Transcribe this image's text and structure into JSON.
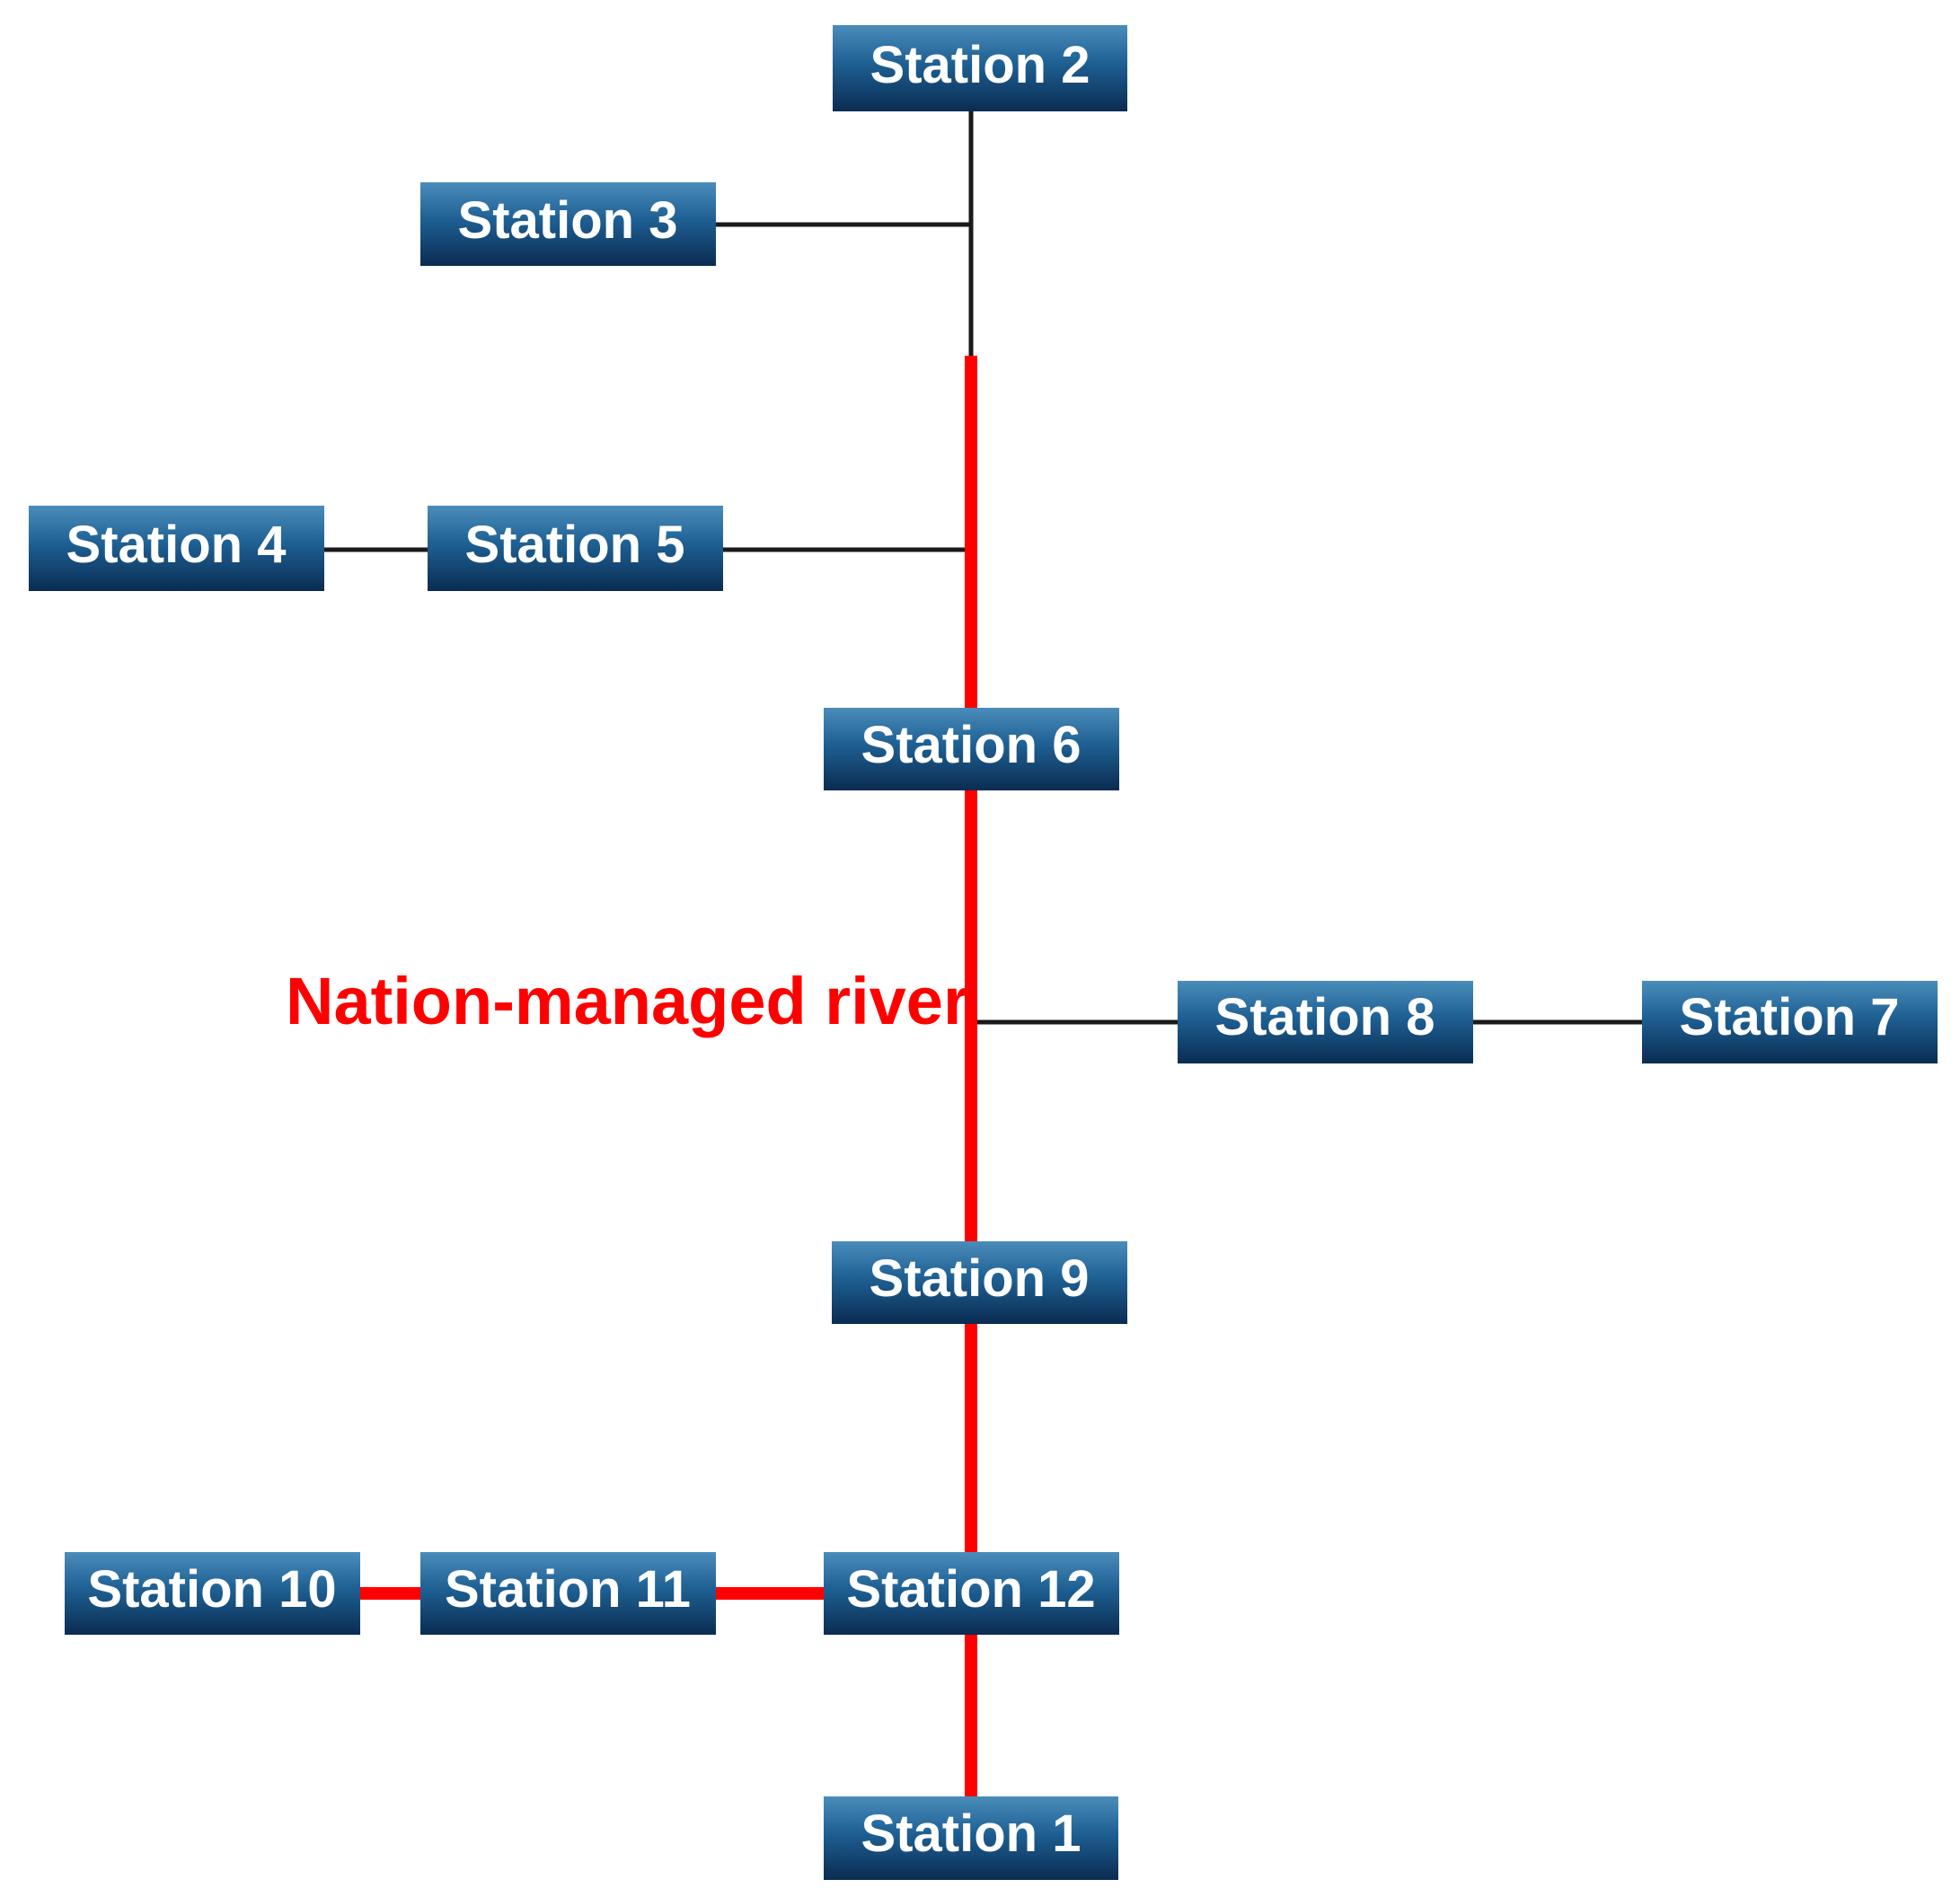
{
  "diagram": {
    "annotation": "Nation-managed river",
    "colors": {
      "river": "#ff0000",
      "tributary": "#1a1a1a",
      "box_top": "#3f7fae",
      "box_bottom": "#0b3058",
      "label_text": "#ffffff",
      "annotation_text": "#ff0000"
    },
    "stations": [
      {
        "id": "s2",
        "label": "Station 2"
      },
      {
        "id": "s3",
        "label": "Station 3"
      },
      {
        "id": "s4",
        "label": "Station 4"
      },
      {
        "id": "s5",
        "label": "Station 5"
      },
      {
        "id": "s6",
        "label": "Station 6"
      },
      {
        "id": "s8",
        "label": "Station 8"
      },
      {
        "id": "s7",
        "label": "Station 7"
      },
      {
        "id": "s9",
        "label": "Station 9"
      },
      {
        "id": "s10",
        "label": "Station 10"
      },
      {
        "id": "s11",
        "label": "Station 11"
      },
      {
        "id": "s12",
        "label": "Station 12"
      },
      {
        "id": "s1",
        "label": "Station 1"
      }
    ]
  }
}
